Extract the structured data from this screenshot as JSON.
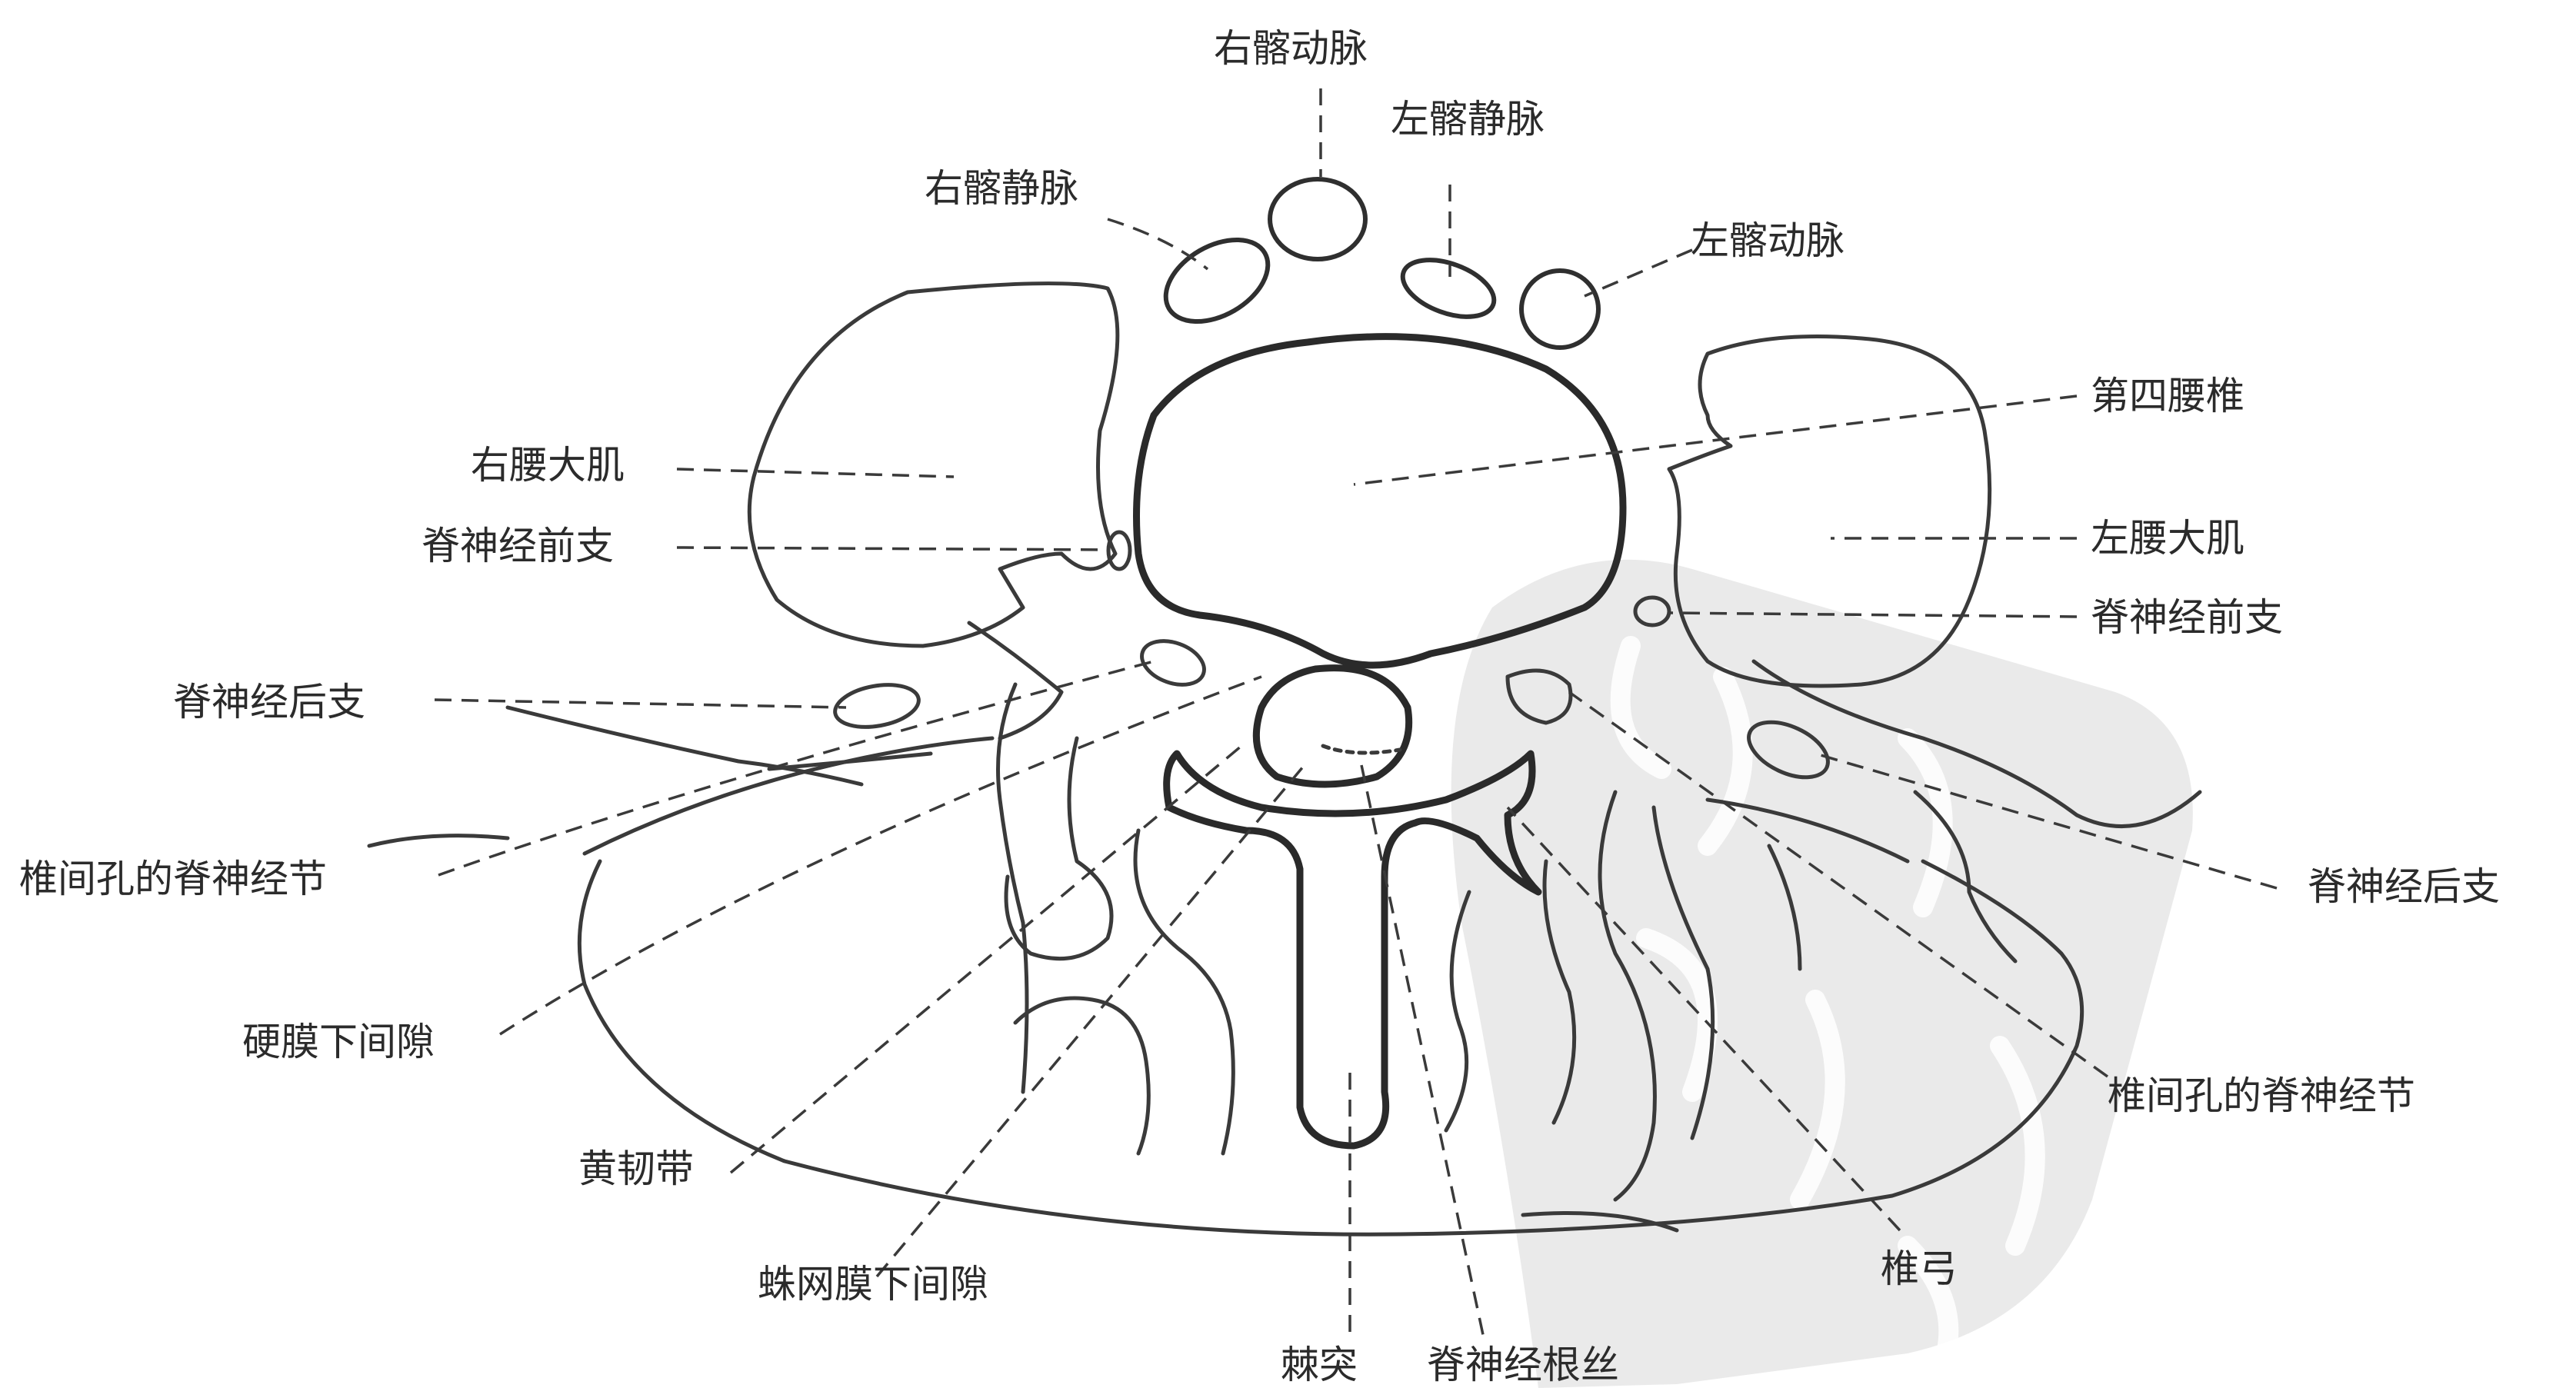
{
  "labels": {
    "right_iliac_artery": "右髂动脉",
    "left_iliac_vein": "左髂静脉",
    "right_iliac_vein": "右髂静脉",
    "left_iliac_artery": "左髂动脉",
    "fourth_lumbar_vertebra": "第四腰椎",
    "right_psoas_major": "右腰大肌",
    "left_psoas_major": "左腰大肌",
    "spinal_nerve_anterior_branch_right": "脊神经前支",
    "spinal_nerve_anterior_branch_left": "脊神经前支",
    "spinal_nerve_posterior_branch_right": "脊神经后支",
    "spinal_nerve_posterior_branch_left": "脊神经后支",
    "intervertebral_foramen_ganglion_right": "椎间孔的脊神经节",
    "intervertebral_foramen_ganglion_left": "椎间孔的脊神经节",
    "subdural_space": "硬膜下间隙",
    "ligamentum_flavum": "黄韧带",
    "subarachnoid_space": "蛛网膜下间隙",
    "spinous_process": "棘突",
    "spinal_nerve_rootlets": "脊神经根丝",
    "vertebral_arch": "椎弓"
  }
}
